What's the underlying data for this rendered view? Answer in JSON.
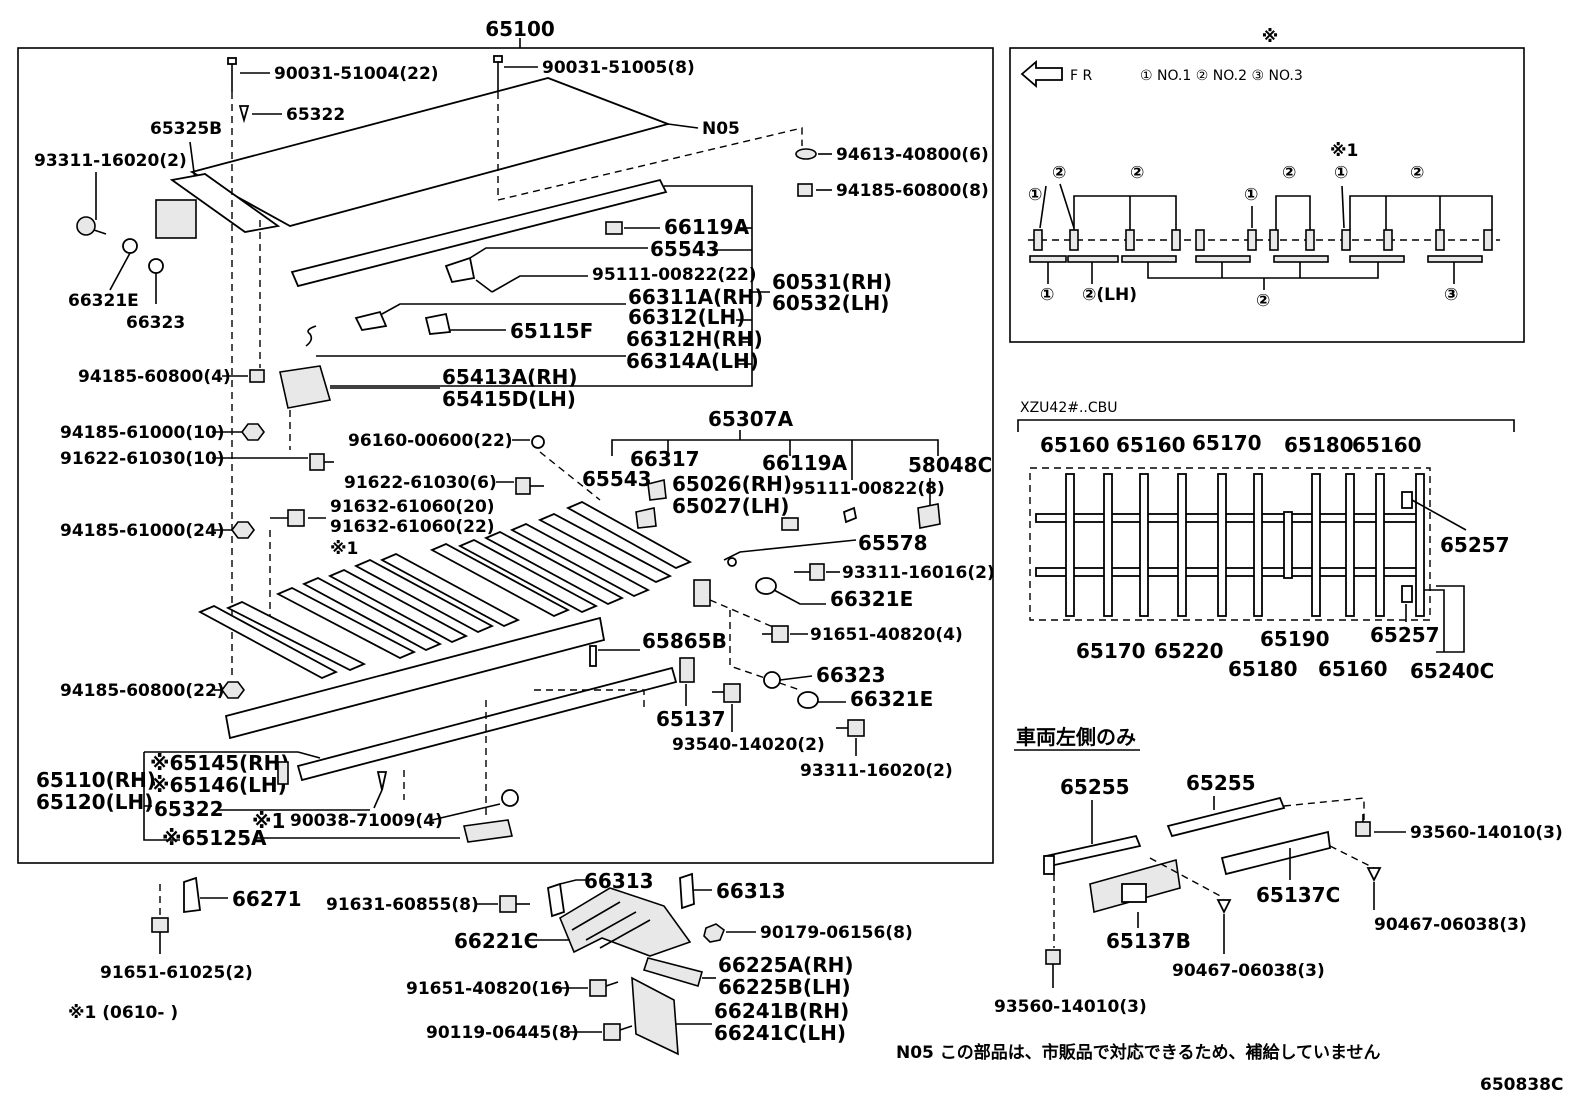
{
  "diagram": {
    "figure_code": "650838C",
    "main_assembly": "65100",
    "labels": {
      "p90031_51004": "90031-51004(22)",
      "p90031_51005": "90031-51005(8)",
      "p65322_top": "65322",
      "p65325B": "65325B",
      "pN05": "N05",
      "p94613": "94613-40800(6)",
      "p94185_608_8": "94185-60800(8)",
      "p93311_16020_2": "93311-16020(2)",
      "p66119A_top": "66119A",
      "p65543_top": "65543",
      "p95111_22": "95111-00822(22)",
      "p60531": "60531(RH)",
      "p60532": "60532(LH)",
      "p66321E_top": "66321E",
      "p66323_top": "66323",
      "p66311A": "66311A(RH)",
      "p66312_LH": "66312(LH)",
      "p65115F": "65115F",
      "p66312H": "66312H(RH)",
      "p66314A": "66314A(LH)",
      "p94185_608_4": "94185-60800(4)",
      "p65413A": "65413A(RH)",
      "p65415D": "65415D(LH)",
      "p65307A": "65307A",
      "p94185_610_10": "94185-61000(10)",
      "p96160": "96160-00600(22)",
      "p91622_10": "91622-61030(10)",
      "p66317": "66317",
      "p66119A_mid": "66119A",
      "p58048C": "58048C",
      "p91622_6": "91622-61030(6)",
      "p65543_mid": "65543",
      "p65026": "65026(RH)",
      "p65027": "65027(LH)",
      "p95111_8": "95111-00822(8)",
      "p91632_20": "91632-61060(20)",
      "p91632_22": "91632-61060(22)",
      "star1_a": "※1",
      "p94185_610_24": "94185-61000(24)",
      "p65578": "65578",
      "p93311_16016": "93311-16016(2)",
      "p66321E_mid": "66321E",
      "p91651_40820_4": "91651-40820(4)",
      "p65865B": "65865B",
      "p66323_mid": "66323",
      "p94185_608_22": "94185-60800(22)",
      "p66321E_low": "66321E",
      "p65137": "65137",
      "p93540": "93540-14020(2)",
      "p93311_16020_b": "93311-16020(2)",
      "p65145": "※65145(RH)",
      "p65146": "※65146(LH)",
      "p65110": "65110(RH)",
      "p65120": "65120(LH)",
      "p65322_low": "65322",
      "star1_b": "※1",
      "p90038": "90038-71009(4)",
      "p65125A": "※65125A",
      "p66271": "66271",
      "p91651_61025": "91651-61025(2)",
      "note_star1": "※1 (0610-     )",
      "p91631": "91631-60855(8)",
      "p66313_a": "66313",
      "p66313_b": "66313",
      "p66221C": "66221C",
      "p90179": "90179-06156(8)",
      "p91651_40820_16": "91651-40820(16)",
      "p66225A": "66225A(RH)",
      "p66225B": "66225B(LH)",
      "p66241B": "66241B(RH)",
      "p66241C": "66241C(LH)",
      "p90119": "90119-06445(8)"
    },
    "inset_top": {
      "marker": "※",
      "fr_label": "F R",
      "legend": "① NO.1 ② NO.2 ③ NO.3",
      "star1": "※1",
      "circ1": "①",
      "circ2": "②",
      "circ3": "③",
      "lh": "②(LH)"
    },
    "inset_cbu": {
      "title": "XZU42#..CBU",
      "top_labels": [
        "65160",
        "65160",
        "65170",
        "65180",
        "65160"
      ],
      "bottom_labels": [
        "65170",
        "65220",
        "65180",
        "65190",
        "65160"
      ],
      "p65257_a": "65257",
      "p65257_b": "65257",
      "p65240C": "65240C"
    },
    "inset_left": {
      "title": "車両左側のみ",
      "p65255_a": "65255",
      "p65255_b": "65255",
      "p93560_a": "93560-14010(3)",
      "p65137C": "65137C",
      "p65137B": "65137B",
      "p90467_a": "90467-06038(3)",
      "p90467_b": "90467-06038(3)",
      "p93560_b": "93560-14010(3)"
    },
    "footnote": "N05 この部品は、市販品で対応できるため、補給していません"
  }
}
